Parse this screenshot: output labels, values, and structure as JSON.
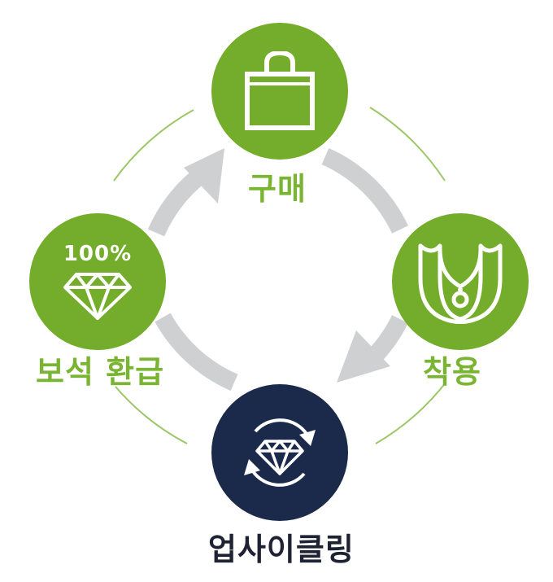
{
  "colors": {
    "green": "#74ad2b",
    "navy": "#1b2a4a",
    "arrow": "#cfd0d1",
    "label_green": "#7ab433",
    "label_dark": "#1e2232"
  },
  "nodes": {
    "purchase": {
      "label": "구매",
      "icon": "shopping-bag-icon"
    },
    "wear": {
      "label": "착용",
      "icon": "necklace-icon"
    },
    "upcycling": {
      "label": "업사이클링",
      "icon": "diamond-refresh-icon"
    },
    "refund": {
      "label": "보석 환급",
      "badge": "100%",
      "icon": "diamond-icon"
    }
  }
}
